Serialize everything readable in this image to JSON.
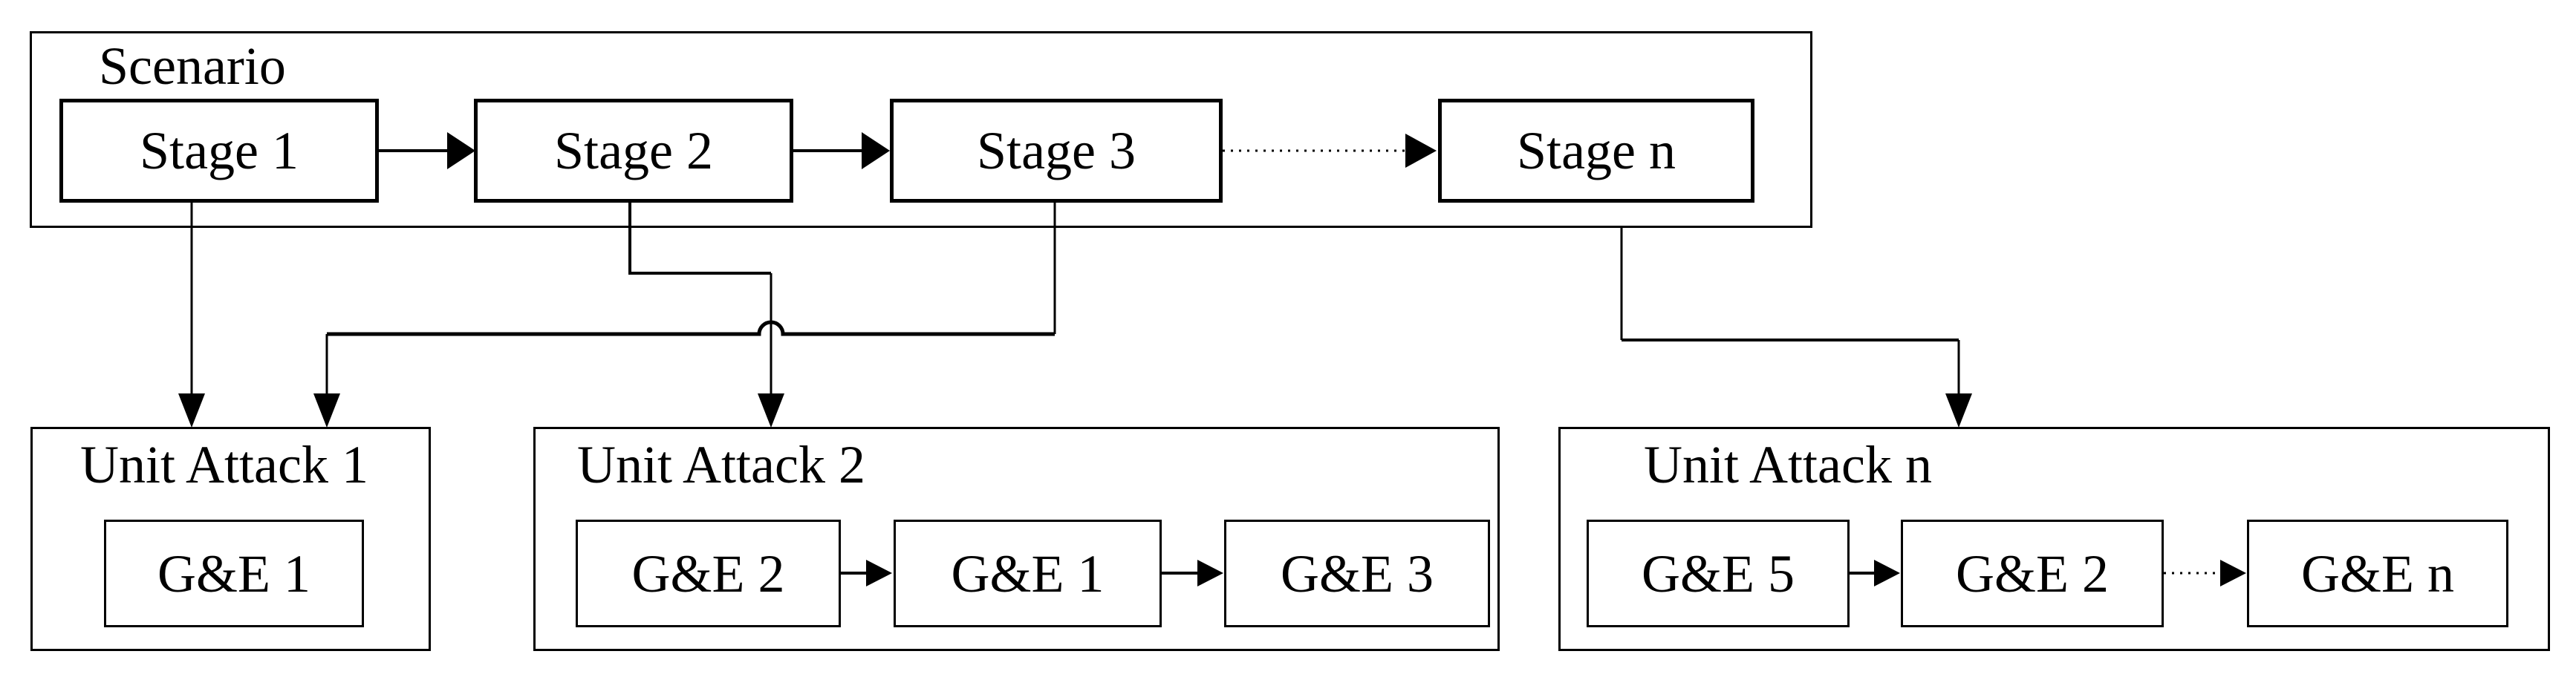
{
  "colors": {
    "background": "#ffffff",
    "line": "#000000",
    "text": "#000000"
  },
  "scenario": {
    "label": "Scenario",
    "stages": [
      {
        "label": "Stage 1"
      },
      {
        "label": "Stage 2"
      },
      {
        "label": "Stage 3"
      },
      {
        "label": "Stage n"
      }
    ]
  },
  "unit_attacks": [
    {
      "title": "Unit Attack 1",
      "ge_sequence": [
        "G&E 1"
      ],
      "arrow_styles": []
    },
    {
      "title": "Unit Attack 2",
      "ge_sequence": [
        "G&E 2",
        "G&E 1",
        "G&E 3"
      ],
      "arrow_styles": [
        "solid",
        "solid"
      ]
    },
    {
      "title": "Unit Attack n",
      "ge_sequence": [
        "G&E 5",
        "G&E 2",
        "G&E n"
      ],
      "arrow_styles": [
        "solid",
        "dotted"
      ]
    }
  ],
  "connections": {
    "stage_chain": [
      {
        "from": "Stage 1",
        "to": "Stage 2",
        "style": "solid"
      },
      {
        "from": "Stage 2",
        "to": "Stage 3",
        "style": "solid"
      },
      {
        "from": "Stage 3",
        "to": "Stage n",
        "style": "dotted"
      }
    ],
    "stage_to_unit_attack": [
      {
        "from": "Stage 1",
        "to": "Unit Attack 1",
        "style": "solid"
      },
      {
        "from": "Stage 2",
        "to": "Unit Attack 2",
        "style": "solid"
      },
      {
        "from": "Stage 3",
        "to": "Unit Attack 1",
        "style": "solid"
      },
      {
        "from": "Stage n",
        "to": "Unit Attack n",
        "style": "solid"
      }
    ]
  }
}
